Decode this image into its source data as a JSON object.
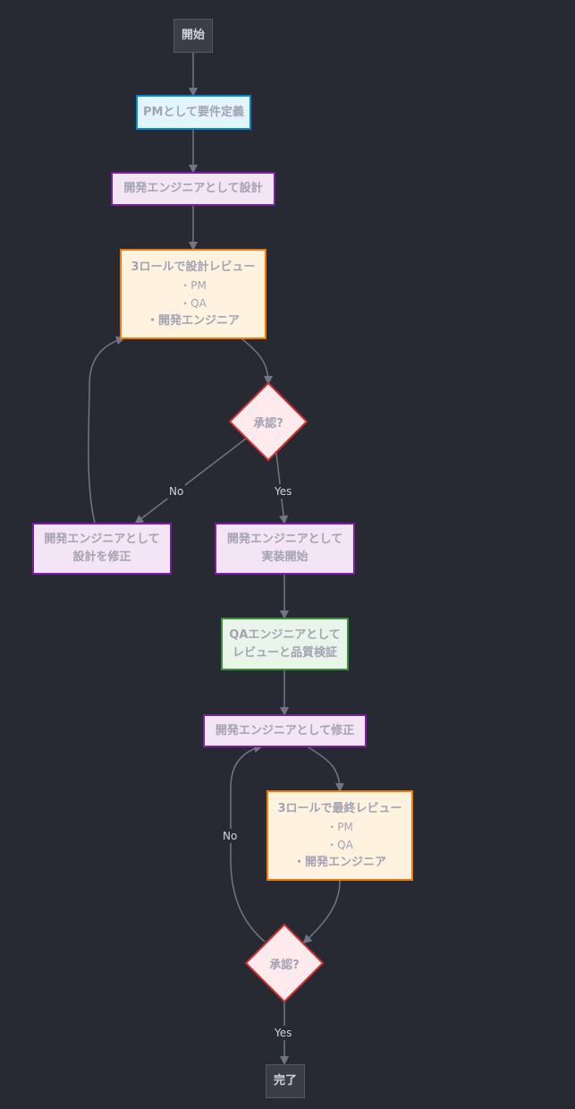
{
  "nodes": {
    "start": "開始",
    "requirements": "PMとして要件定義",
    "design": "開発エンジニアとして設計",
    "design_review": {
      "title": "3ロールで設計レビュー",
      "items": [
        "・PM",
        "・QA",
        "・開発エンジニア"
      ]
    },
    "approve1": "承認?",
    "fix_design": [
      "開発エンジニアとして",
      "設計を修正"
    ],
    "implement": [
      "開発エンジニアとして",
      "実装開始"
    ],
    "qa_review": [
      "QAエンジニアとして",
      "レビューと品質検証"
    ],
    "fix": "開発エンジニアとして修正",
    "final_review": {
      "title": "3ロールで最終レビュー",
      "items": [
        "・PM",
        "・QA",
        "・開発エンジニア"
      ]
    },
    "approve2": "承認?",
    "done": "完了"
  },
  "edge_labels": {
    "no1": "No",
    "yes1": "Yes",
    "no2": "No",
    "yes2": "Yes"
  },
  "colors": {
    "background": "#282a33",
    "edge": "#717585",
    "requirements_border": "#0288d1",
    "engineer_border": "#7b1fa2",
    "review_border": "#f57c00",
    "qa_border": "#388e3c",
    "decision_border": "#d32f2f"
  }
}
